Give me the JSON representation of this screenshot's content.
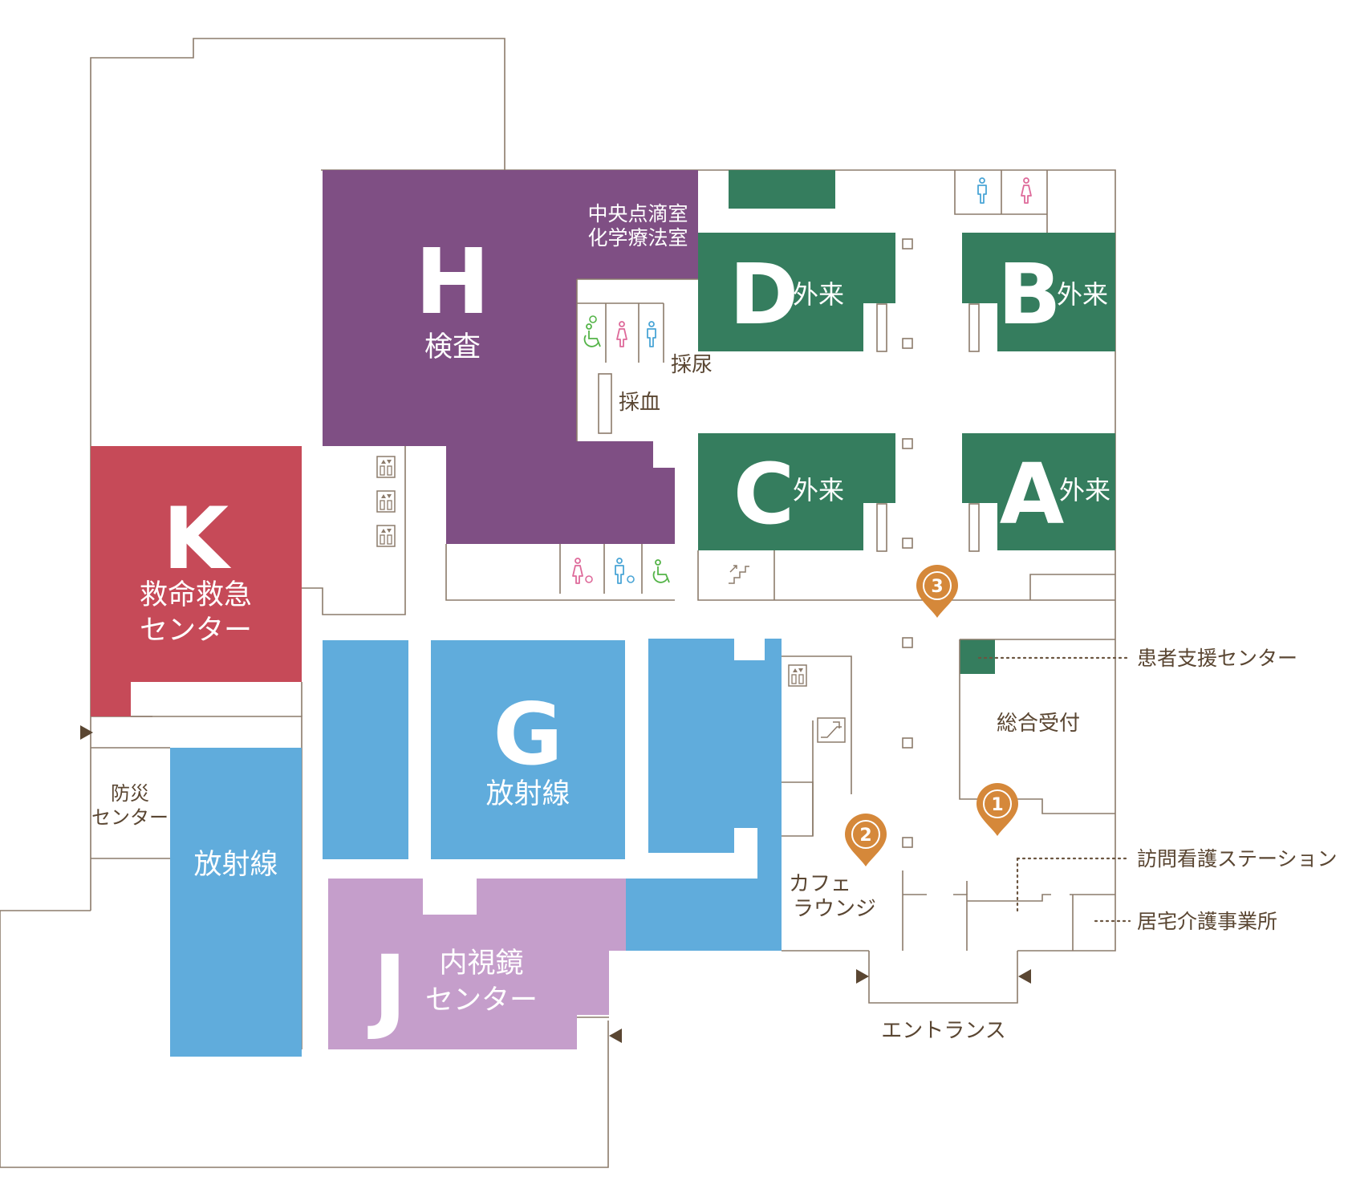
{
  "colors": {
    "purple": "#7f4f84",
    "green": "#357d5e",
    "red": "#c64a58",
    "blue": "#60acdc",
    "lavender": "#c59ecb",
    "pin": "#d5883a",
    "line": "#8c7b6b",
    "text": "#5a4632"
  },
  "blocks": {
    "H": {
      "letter": "H",
      "name": "検査"
    },
    "K": {
      "letter": "K",
      "name_line1": "救命救急",
      "name_line2": "センター"
    },
    "G": {
      "letter": "G",
      "name": "放射線"
    },
    "J": {
      "letter": "J",
      "name_line1": "内視鏡",
      "name_line2": "センター"
    },
    "D": {
      "letter": "D",
      "name": "外来"
    },
    "B": {
      "letter": "B",
      "name": "外来"
    },
    "C": {
      "letter": "C",
      "name": "外来"
    },
    "A": {
      "letter": "A",
      "name": "外来"
    },
    "radiology_west": {
      "name": "放射線"
    }
  },
  "rooms": {
    "iv_line1": "中央点滴室",
    "iv_line2": "化学療法室",
    "urine": "採尿",
    "blood": "採血",
    "reception": "総合受付",
    "cafe_line1": "カフェ",
    "cafe_line2": "ラウンジ",
    "disaster_line1": "防災",
    "disaster_line2": "センター",
    "entrance": "エントランス"
  },
  "callouts": {
    "patient_support": "患者支援センター",
    "home_nursing": "訪問看護ステーション",
    "home_care": "居宅介護事業所"
  },
  "pins": [
    {
      "number": "1"
    },
    {
      "number": "2"
    },
    {
      "number": "3"
    }
  ],
  "icons": [
    "elevator-icon",
    "escalator-icon",
    "stairs-icon",
    "mens-restroom-icon",
    "womens-restroom-icon",
    "accessible-restroom-icon",
    "ostomate-icon",
    "baby-care-icon",
    "entrance-arrow-icon"
  ]
}
